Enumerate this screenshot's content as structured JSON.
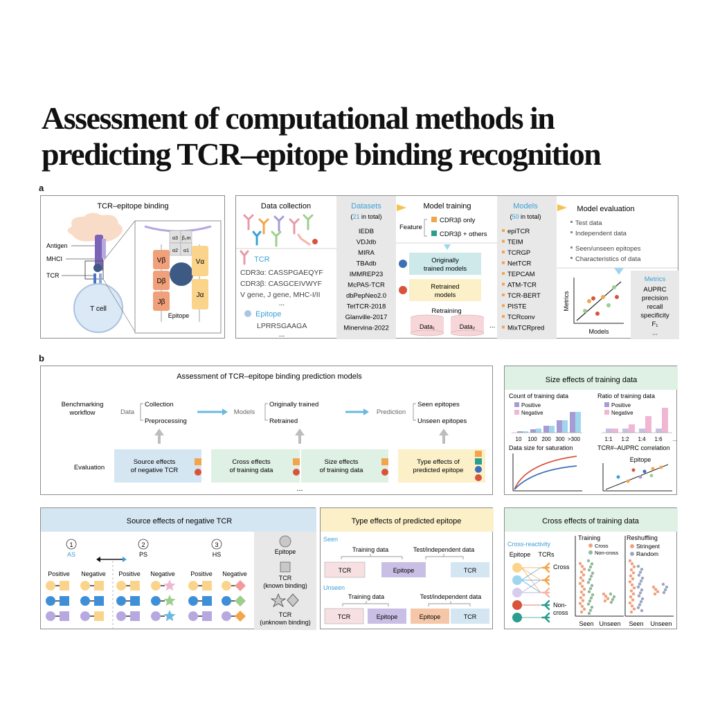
{
  "title": {
    "line1": "Assessment of computational methods in",
    "line2": "predicting TCR–epitope binding recognition"
  },
  "panel_labels": {
    "a": "a",
    "b": "b"
  },
  "panel_a": {
    "binding": {
      "title": "TCR–epitope binding",
      "labels": [
        "Antigen",
        "MHCI",
        "TCR"
      ],
      "t_cell": "T cell",
      "chains_beta": [
        "Vβ",
        "Dβ",
        "Jβ"
      ],
      "chains_alpha": [
        "Vα",
        "Jα"
      ],
      "mhc_domains": [
        "α3",
        "β₂m",
        "α2",
        "α1"
      ],
      "epitope": "Epitope"
    },
    "collection": {
      "title": "Data collection",
      "tcr_label": "TCR",
      "tcr_lines": [
        "CDR3α: CASSPGAEQYF",
        "CDR3β: CASGCEIVWYF",
        "V gene, J gene, MHC-I/II",
        "..."
      ],
      "epitope_label": "Epitope",
      "epitope_seq": "LPRRSGAAGA",
      "more": "..."
    },
    "datasets": {
      "title": "Datasets",
      "count_prefix": "(",
      "count": "21",
      "count_suffix": " in total)",
      "items": [
        "IEDB",
        "VDJdb",
        "MIRA",
        "TBAdb",
        "IMMREP23",
        "McPAS-TCR",
        "dbPepNeo2.0",
        "TetTCR-2018",
        "Glanville-2017",
        "Minervina-2022",
        "..."
      ]
    },
    "training": {
      "title": "Model training",
      "feature": "Feature",
      "opt1": "CDR3β only",
      "opt2": "CDR3β + others",
      "orig1": "Originally",
      "orig2": "trained models",
      "ret1": "Retrained",
      "ret2": "models",
      "retraining": "Retraining",
      "data1": "Data₁",
      "data2": "Data₂",
      "more": "..."
    },
    "models": {
      "title": "Models",
      "count_prefix": "(",
      "count": "50",
      "count_suffix": " in total)",
      "items": [
        "epiTCR",
        "TEIM",
        "TCRGP",
        "NetTCR",
        "TEPCAM",
        "ATM-TCR",
        "TCR-BERT",
        "PISTE",
        "TCRconv",
        "MixTCRpred",
        "..."
      ]
    },
    "evaluation": {
      "title": "Model evaluation",
      "bullets1": [
        "Test data",
        "Independent data"
      ],
      "bullets2": [
        "Seen/unseen epitopes",
        "Characteristics of data"
      ],
      "ylabel": "Metrics",
      "xlabel": "Models",
      "metrics_title": "Metrics",
      "metrics": [
        "AUPRC",
        "precision",
        "recall",
        "specificity",
        "F₁",
        "..."
      ]
    }
  },
  "panel_b": {
    "workflow": {
      "title": "Assessment of TCR–epitope binding prediction models",
      "bench1": "Benchmarking",
      "bench2": "workflow",
      "data": "Data",
      "collection": "Collection",
      "preprocessing": "Preprocessing",
      "models": "Models",
      "orig": "Originally trained",
      "retrained": "Retrained",
      "prediction": "Prediction",
      "seen": "Seen epitopes",
      "unseen": "Unseen epitopes",
      "evaluation": "Evaluation",
      "box1a": "Source effects",
      "box1b": "of negative TCR",
      "box2a": "Cross effects",
      "box2b": "of training data",
      "box3a": "Size effects",
      "box3b": "of training data",
      "box4a": "Type effects of",
      "box4b": "predicted epitope",
      "more": "..."
    },
    "size": {
      "title": "Size effects of training data",
      "count_title": "Count of training data",
      "ratio_title": "Ratio of training data",
      "legend": [
        "Positive",
        "Negative"
      ],
      "count_ticks": [
        "10",
        "100",
        "200",
        "300",
        ">300"
      ],
      "ratio_ticks": [
        "1:1",
        "1:2",
        "1:4",
        "1:6",
        "..."
      ],
      "sat_title": "Data size for saturation",
      "corr_title": "TCR#–AUPRC correlation",
      "epitope": "Epitope"
    },
    "source": {
      "title": "Source effects of negative TCR",
      "nums": [
        "1",
        "2",
        "3"
      ],
      "groups": [
        "AS",
        "PS",
        "HS"
      ],
      "posneg": [
        "Positive",
        "Negative",
        "Positive",
        "Negative",
        "Positive",
        "Negative"
      ],
      "legend_epitope": "Epitope",
      "legend_tcr1": "TCR",
      "legend_tcr2": "(known binding)",
      "legend_tcr3": "TCR",
      "legend_tcr4": "(unknown binding)"
    },
    "type": {
      "title": "Type effects of predicted epitope",
      "seen": "Seen",
      "unseen": "Unseen",
      "training": "Training data",
      "test": "Test/independent data",
      "tcr": "TCR",
      "epitope": "Epitope"
    },
    "cross": {
      "title": "Cross effects of training data",
      "reactivity": "Cross-reactivity",
      "epitope": "Epitope",
      "tcrs": "TCRs",
      "cross": "Cross",
      "noncross1": "Non-",
      "noncross2": "cross",
      "training": "Training",
      "legend": [
        "Cross",
        "Non-cross"
      ],
      "reshuffling": "Reshuffling",
      "legend2": [
        "Stringent",
        "Random"
      ],
      "seen": "Seen",
      "unseen": "Unseen"
    }
  },
  "colors": {
    "blue": "#3aa0d8",
    "yellow": "#f5c24c",
    "teal": "#2a9d8f",
    "red": "#d9533b",
    "navy": "#3d6fb8",
    "purple": "#a79bd6",
    "orange": "#f2a54a",
    "gray_panel": "#e8e8e8"
  }
}
